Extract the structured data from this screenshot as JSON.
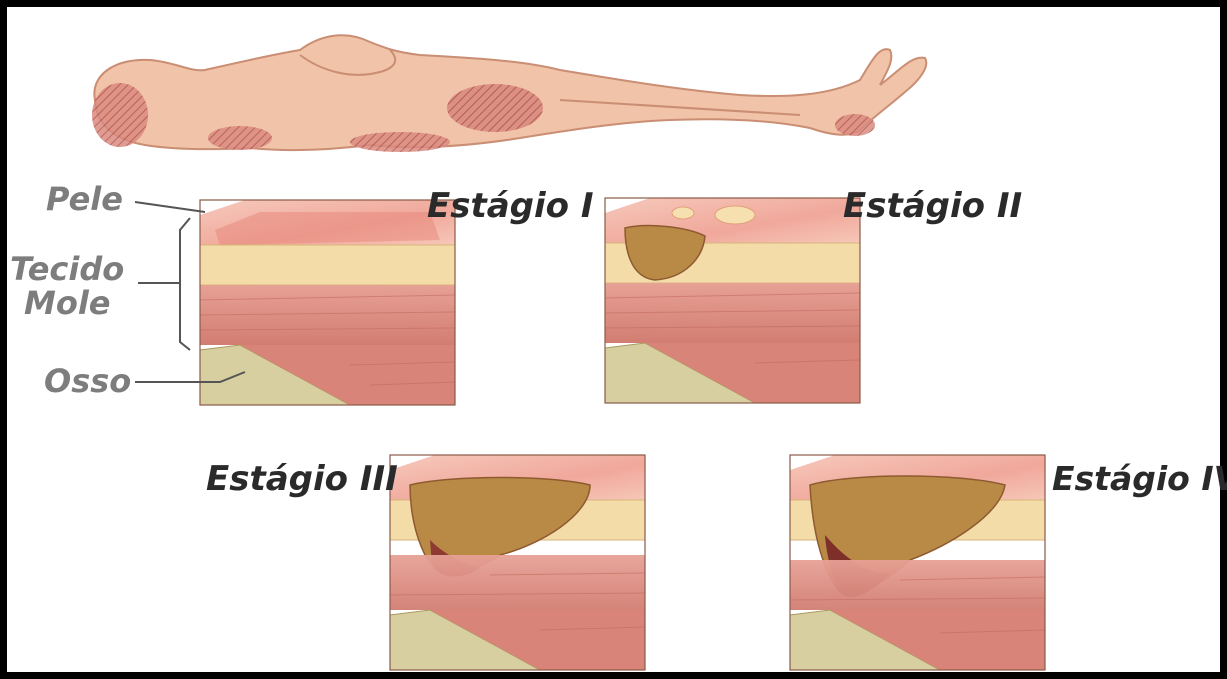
{
  "labels": {
    "pele": "Pele",
    "tecido_line1": "Tecido",
    "tecido_line2": "Mole",
    "osso": "Osso"
  },
  "stages": [
    {
      "label": "Estágio I"
    },
    {
      "label": "Estágio II"
    },
    {
      "label": "Estágio III"
    },
    {
      "label": "Estágio IV"
    }
  ],
  "colors": {
    "label_gray": "#7d7d7d",
    "label_dark": "#2a2a2a",
    "skin_top": "#f2b3a4",
    "fat": "#f3dca8",
    "muscle": "#d9857a",
    "bone": "#d8cfa0",
    "wound": "#a44a3a",
    "body_skin": "#f1c3a8",
    "pressure_zone": "#c96b62"
  }
}
